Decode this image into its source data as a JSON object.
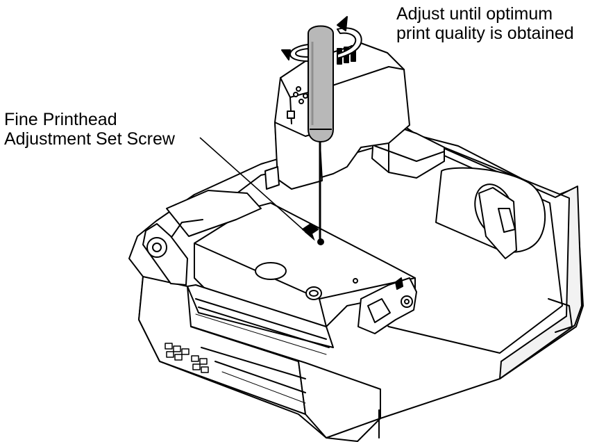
{
  "callouts": {
    "adjust": {
      "line1": "Adjust until optimum",
      "line2": "print quality is obtained"
    },
    "screw": {
      "line1": "Fine Printhead",
      "line2": "Adjustment Set Screw"
    }
  },
  "colors": {
    "line": "#000000",
    "body": "#ffffff",
    "handle": "#b8b8b8",
    "shadow": "#e6e6e6"
  },
  "icons": [
    "screwdriver-icon",
    "rotation-arrow-icon"
  ]
}
